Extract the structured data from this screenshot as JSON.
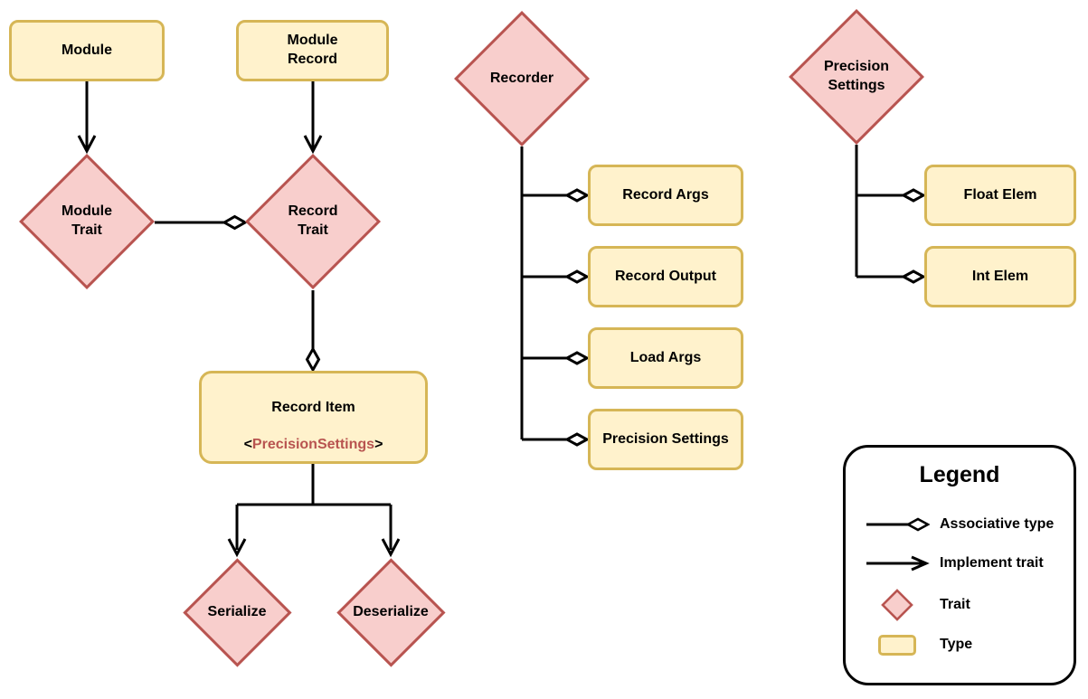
{
  "colors": {
    "background": "#FFFFFF",
    "text": "#000000",
    "edge": "#000000",
    "type_fill": "#FFF2CC",
    "type_border": "#D6B656",
    "trait_fill": "#F8CECC",
    "trait_border": "#B85450",
    "generic_text": "#B85450",
    "legend_border": "#000000"
  },
  "nodes": {
    "module": {
      "label": "Module"
    },
    "module_record": {
      "label": "Module\nRecord"
    },
    "module_trait": {
      "label": "Module\nTrait"
    },
    "record_trait": {
      "label": "Record\nTrait"
    },
    "record_item": {
      "title": "Record Item",
      "generic_open": "<",
      "generic_name": "PrecisionSettings",
      "generic_close": ">"
    },
    "serialize": {
      "label": "Serialize"
    },
    "deserialize": {
      "label": "Deserialize"
    },
    "recorder": {
      "label": "Recorder"
    },
    "record_args": {
      "label": "Record Args"
    },
    "record_output": {
      "label": "Record Output"
    },
    "load_args": {
      "label": "Load Args"
    },
    "precision_settings_type": {
      "label": "Precision Settings"
    },
    "precision_settings_trait": {
      "label": "Precision\nSettings"
    },
    "float_elem": {
      "label": "Float Elem"
    },
    "int_elem": {
      "label": "Int Elem"
    }
  },
  "legend": {
    "title": "Legend",
    "items": [
      {
        "label": "Associative type"
      },
      {
        "label": "Implement trait"
      },
      {
        "label": "Trait"
      },
      {
        "label": "Type"
      }
    ]
  }
}
